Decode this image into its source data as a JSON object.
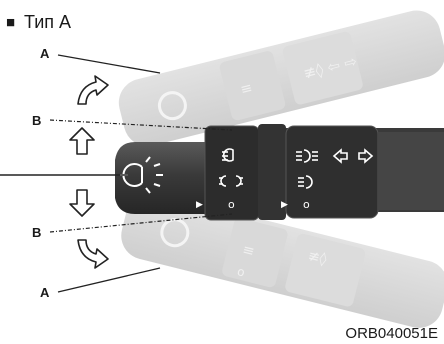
{
  "heading": {
    "bullet": "■",
    "label": "Тип A"
  },
  "callouts": {
    "a_top": "A",
    "b_top": "B",
    "b_bottom": "B",
    "a_bottom": "A"
  },
  "lever_symbols": {
    "position_marker": "▶",
    "off_mark": "o"
  },
  "image_code": "ORB040051E",
  "colors": {
    "lever_body": "#3f3f3f",
    "lever_dark": "#2a2a2a",
    "ghost": "#d5d5d5",
    "ghost_edge": "#c8c8c8",
    "line": "#222222",
    "symbol": "#ffffff"
  }
}
